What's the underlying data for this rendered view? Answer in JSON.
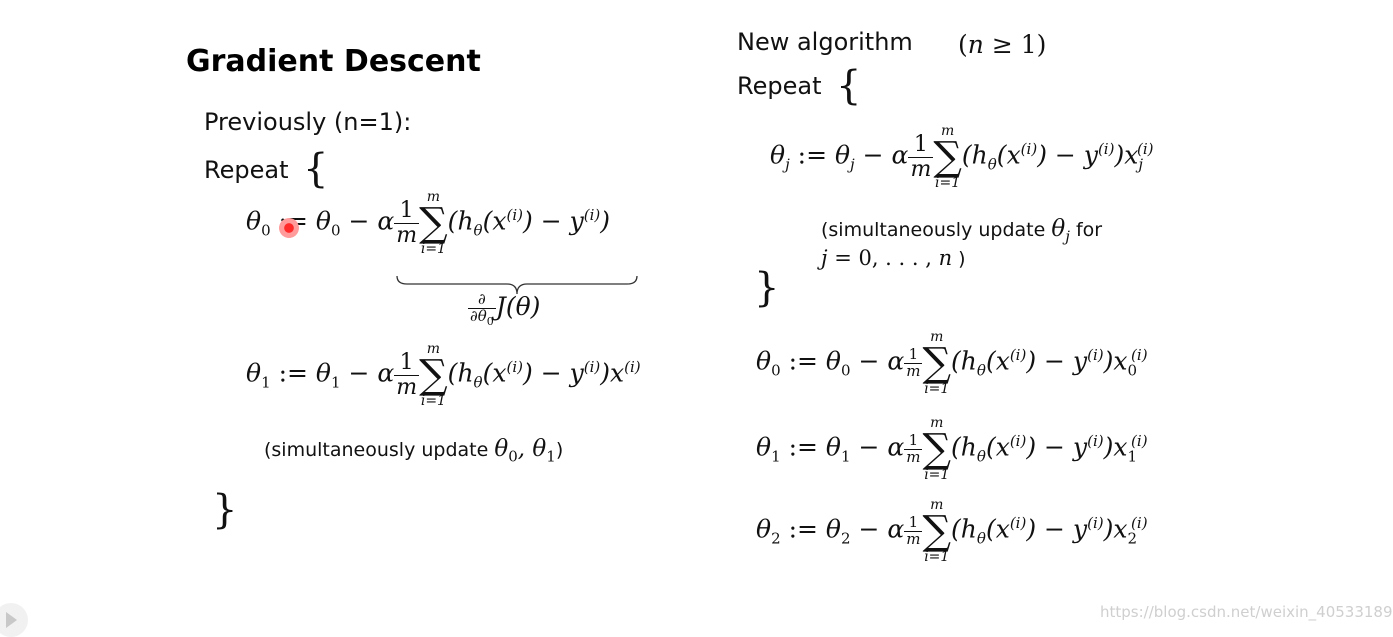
{
  "left": {
    "title": "Gradient Descent",
    "previously": "Previously (n=1):",
    "repeat": "Repeat",
    "open_brace": "{",
    "close_brace": "}",
    "note": "(simultaneously update"
  },
  "right": {
    "new_algorithm": "New algorithm",
    "repeat": "Repeat",
    "open_brace": "{",
    "close_brace": "}",
    "note_line1": "(simultaneously update",
    "note_for": "for",
    "note_close": ")"
  },
  "footer": {
    "watermark": "https://blog.csdn.net/weixin_40533189"
  },
  "icons": {
    "cursor": "red-pointer-icon",
    "play": "play-icon"
  },
  "colors": {
    "background": "#ffffff",
    "text": "#111111",
    "cursor": "#ff2a2a",
    "watermark": "#cfcfcf"
  }
}
